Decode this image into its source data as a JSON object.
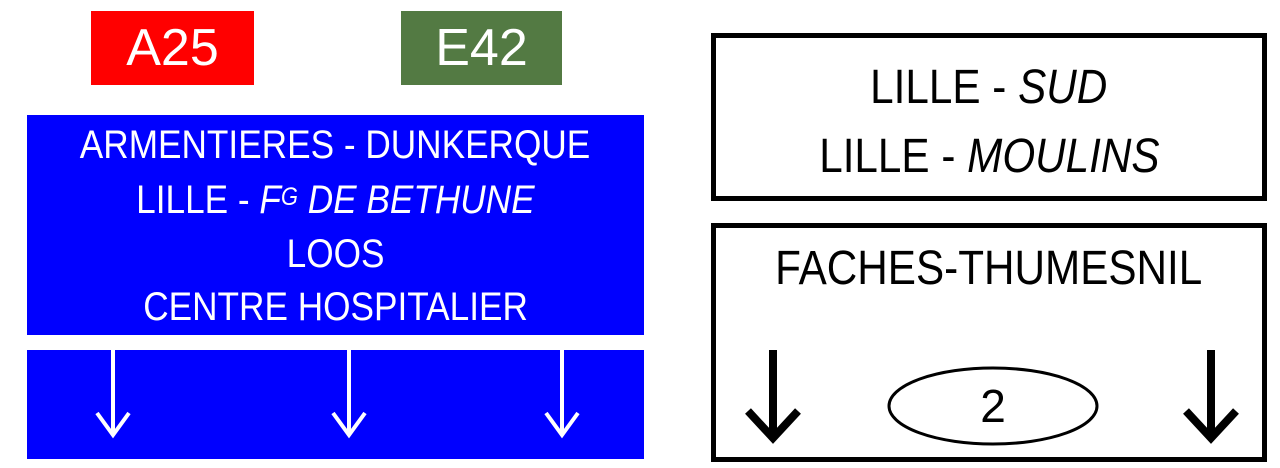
{
  "colors": {
    "a_road": "#ff0000",
    "e_road": "#537a43",
    "panel_blue": "#0000ff",
    "white": "#ffffff",
    "black": "#000000"
  },
  "shields": [
    {
      "label": "A25"
    },
    {
      "label": "E42"
    }
  ],
  "blue_panel": {
    "lines": [
      {
        "main": "ARMENTIERES - DUNKERQUE"
      },
      {
        "main": "LILLE - ",
        "italic_prefix": "F",
        "superscript": "G",
        "italic": " DE BETHUNE"
      },
      {
        "main": "LOOS"
      },
      {
        "main": "CENTRE HOSPITALIER"
      }
    ],
    "arrows": [
      "arrow-down",
      "arrow-down",
      "arrow-down"
    ]
  },
  "right_panel_top": {
    "lines": [
      {
        "main": "LILLE - ",
        "italic": "SUD"
      },
      {
        "main": "LILLE - ",
        "italic": "MOULINS"
      }
    ]
  },
  "right_panel_bottom": {
    "title": "FACHES-THUMESNIL",
    "exit_number": "2",
    "arrows": [
      "arrow-down",
      "arrow-down"
    ]
  }
}
